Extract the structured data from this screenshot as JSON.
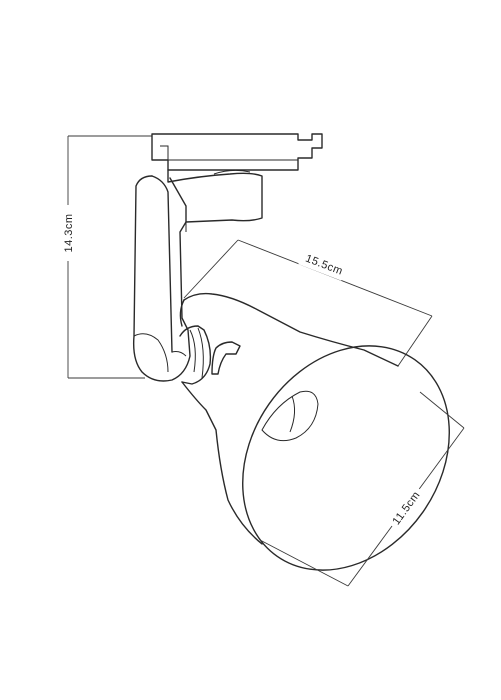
{
  "dimensions": {
    "height_label": "14.3cm",
    "length_label": "15.5cm",
    "diameter_label": "11.5cm"
  }
}
